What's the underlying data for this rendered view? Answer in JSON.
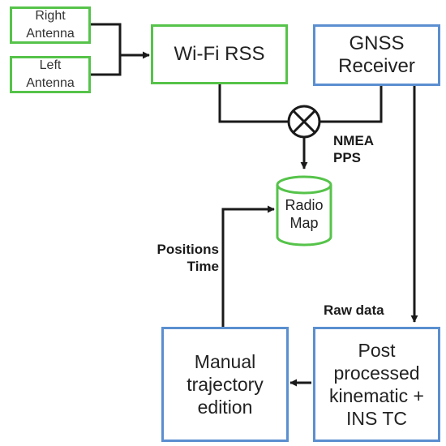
{
  "nodes": {
    "right_antenna": "Right\nAntenna",
    "left_antenna": "Left\nAntenna",
    "wifi_rss": "Wi-Fi RSS",
    "gnss_receiver": "GNSS\nReceiver",
    "radio_map": "Radio\nMap",
    "manual_trajectory": "Manual\ntrajectory\nedition",
    "post_processed": "Post\nprocessed\nkinematic +\nINS TC"
  },
  "edge_labels": {
    "nmea_pps": "NMEA\nPPS",
    "positions_time": "Positions\nTime",
    "raw_data": "Raw data"
  },
  "colors": {
    "green_border": "#56c34a",
    "blue_border": "#5b8fd0",
    "wire": "#1a1a1a"
  },
  "icons": {
    "mixer": "circle-with-x",
    "radio_map": "database-cylinder"
  }
}
